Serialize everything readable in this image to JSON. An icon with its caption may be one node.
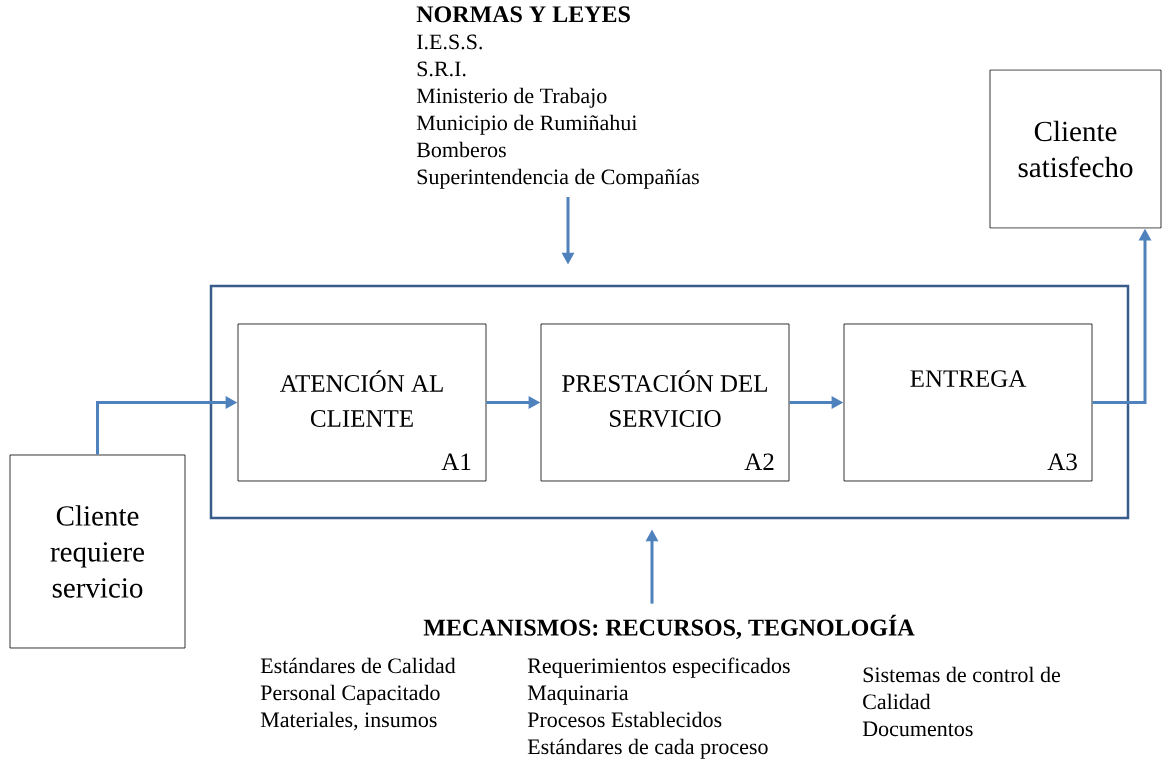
{
  "diagram": {
    "nodes": [
      {
        "text": [
          "NORMAS Y LEYES",
          "I.E.S.S.",
          "S.R.I.",
          "Ministerio de Trabajo",
          "Municipio de Rumiñahui",
          "Bomberos",
          "Superintendencia de Compañías"
        ]
      },
      {
        "text": [],
        "shape": "box"
      },
      {
        "text": [
          "ATENCIÓN AL CLIENTE",
          "A1"
        ],
        "in": 1
      },
      {
        "text": [
          "PRESTACIÓN DEL SERVICIO",
          "A2"
        ],
        "in": 1
      },
      {
        "text": [
          "ENTREGA",
          "A3"
        ],
        "in": 1
      },
      {
        "text": [
          "Cliente satisfecho"
        ]
      },
      {
        "text": [
          "Cliente requiere servicio"
        ]
      },
      {
        "text": [
          "MECANISMOS: RECURSOS, TEGNOLOGÍA"
        ]
      }
    ],
    "edges": [
      {
        "from": 0,
        "to": 1,
        "arrow": "to"
      },
      {
        "from": 6,
        "to": 2,
        "arrow": "to"
      },
      {
        "from": 2,
        "to": 3,
        "arrow": "to"
      },
      {
        "from": 3,
        "to": 4,
        "arrow": "to"
      },
      {
        "from": 4,
        "to": 5,
        "arrow": "to"
      },
      {
        "from": 7,
        "to": 1,
        "arrow": "to"
      }
    ],
    "labels": [
      "Estándares de Calidad",
      "Personal Capacitado",
      "Materiales, insumos",
      "Requerimientos especificados",
      "Maquinaria",
      "Procesos Establecidos",
      "Estándares de cada proceso",
      "Sistemas de control de Calidad",
      "Documentos"
    ]
  }
}
